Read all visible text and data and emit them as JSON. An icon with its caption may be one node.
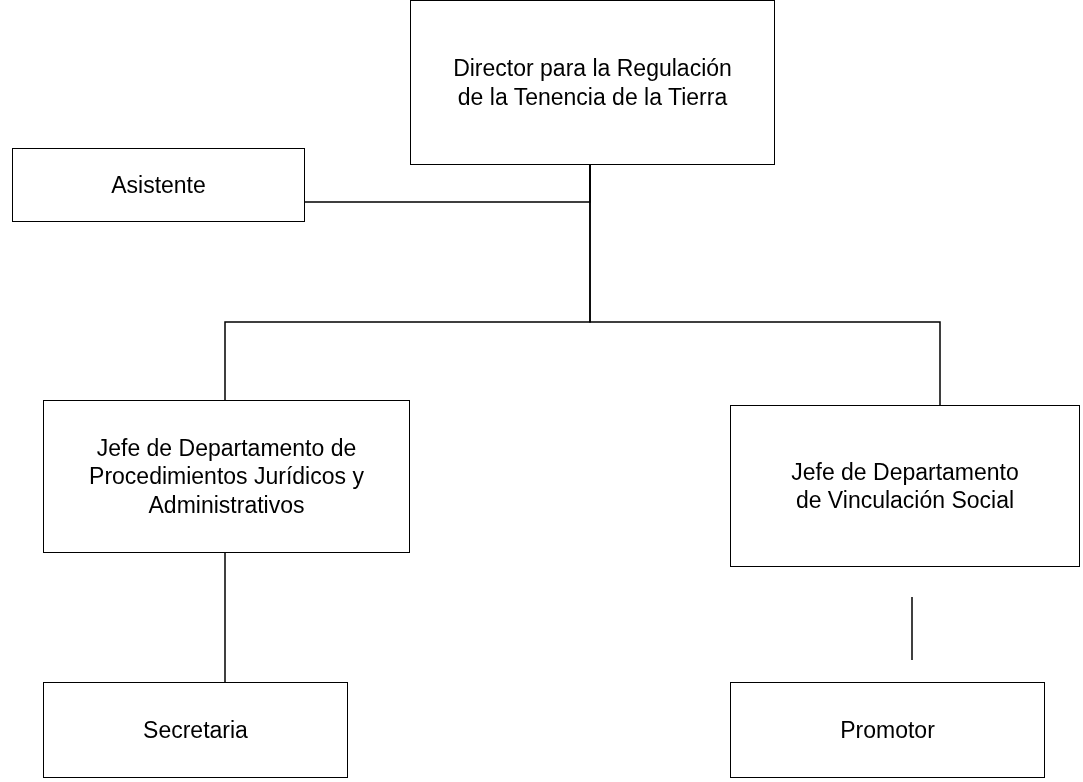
{
  "diagram": {
    "nodes": [
      {
        "text": [
          "Director para la Regulación de la Tenencia de la Tierra"
        ]
      },
      {
        "text": [
          "Asistente"
        ]
      },
      {
        "text": [
          "Jefe de Departamento de Procedimientos Jurídicos y Administrativos"
        ]
      },
      {
        "text": [
          "Jefe de Departamento de Vinculación Social"
        ]
      },
      {
        "text": [
          "Secretaria"
        ]
      },
      {
        "text": [
          "Promotor"
        ]
      }
    ],
    "edges": [
      {
        "from": 0,
        "to": 1,
        "arrow": "none"
      },
      {
        "from": 0,
        "to": 2,
        "arrow": "none"
      },
      {
        "from": 0,
        "to": 3,
        "arrow": "none"
      },
      {
        "from": 2,
        "to": 4,
        "arrow": "none"
      },
      {
        "from": 3,
        "to": 5,
        "arrow": "none"
      }
    ]
  }
}
